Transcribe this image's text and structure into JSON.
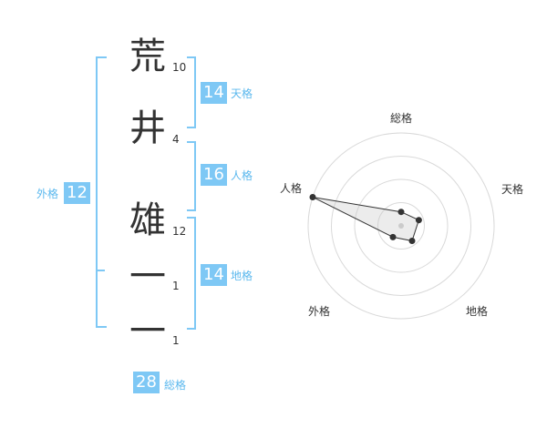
{
  "name": {
    "characters": [
      {
        "char": "荒",
        "strokes": "10"
      },
      {
        "char": "井",
        "strokes": "4"
      },
      {
        "char": "雄",
        "strokes": "12"
      },
      {
        "char": "一",
        "strokes": "1"
      },
      {
        "char": "一",
        "strokes": "1"
      }
    ]
  },
  "kaku": {
    "tenkaku": {
      "value": "14",
      "label": "天格"
    },
    "jinkaku": {
      "value": "16",
      "label": "人格"
    },
    "chikaku": {
      "value": "14",
      "label": "地格"
    },
    "gaikaku": {
      "value": "12",
      "label": "外格"
    },
    "soukaku": {
      "value": "28",
      "label": "総格"
    }
  },
  "colors": {
    "accent": "#7ec8f5",
    "accent_text": "#5bb8ee",
    "text": "#333333"
  },
  "chart_data": {
    "type": "radar",
    "axes": [
      "総格",
      "天格",
      "地格",
      "外格",
      "人格"
    ],
    "values": [
      0.15,
      0.2,
      0.2,
      0.15,
      1.0
    ],
    "rings": 4,
    "grid": true
  }
}
